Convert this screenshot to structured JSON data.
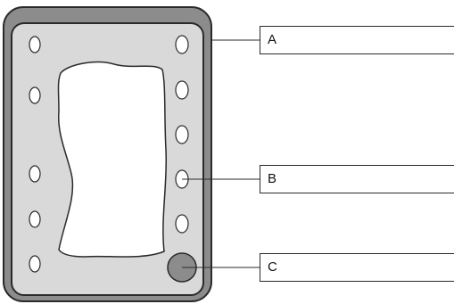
{
  "callouts": [
    {
      "id": "A",
      "label": "A"
    },
    {
      "id": "B",
      "label": "B"
    },
    {
      "id": "C",
      "label": "C"
    }
  ],
  "colors": {
    "outer_frame": "#8c8c8c",
    "inner_panel": "#d9d9d9",
    "window": "#ffffff",
    "marker_c": "#8c8c8c",
    "stroke": "#2a2a2a"
  },
  "icons": {
    "hole": "oval-hole-icon",
    "marker": "filled-circle-icon"
  }
}
